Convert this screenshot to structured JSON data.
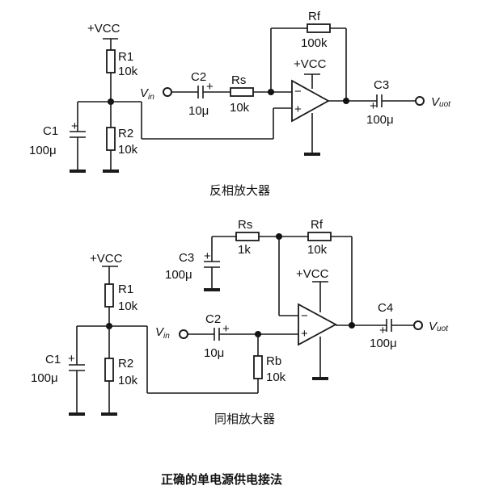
{
  "diagram": {
    "title": "正确的单电源供电接法",
    "colors": {
      "ink": "#111111",
      "background": "#ffffff"
    },
    "inverting": {
      "caption": "反相放大器",
      "supply": "+VCC",
      "opamp_supply": "+VCC",
      "input": {
        "name": "V",
        "sub": "in"
      },
      "output": {
        "name": "V",
        "sub": "uot"
      },
      "R1": {
        "name": "R1",
        "value": "10k"
      },
      "R2": {
        "name": "R2",
        "value": "10k"
      },
      "C1": {
        "name": "C1",
        "value": "100μ",
        "polarity": "+"
      },
      "C2": {
        "name": "C2",
        "value": "10μ",
        "polarity": "+"
      },
      "C3": {
        "name": "C3",
        "value": "100μ",
        "polarity": "+"
      },
      "Rs": {
        "name": "Rs",
        "value": "10k"
      },
      "Rf": {
        "name": "Rf",
        "value": "100k"
      },
      "opamp_minus": "−",
      "opamp_plus": "+"
    },
    "noninverting": {
      "caption": "同相放大器",
      "supply": "+VCC",
      "opamp_supply": "+VCC",
      "input": {
        "name": "V",
        "sub": "in"
      },
      "output": {
        "name": "V",
        "sub": "uot"
      },
      "R1": {
        "name": "R1",
        "value": "10k"
      },
      "R2": {
        "name": "R2",
        "value": "10k"
      },
      "C1": {
        "name": "C1",
        "value": "100μ",
        "polarity": "+"
      },
      "C2": {
        "name": "C2",
        "value": "10μ",
        "polarity": "+"
      },
      "C3": {
        "name": "C3",
        "value": "100μ",
        "polarity": "+"
      },
      "C4": {
        "name": "C4",
        "value": "100μ",
        "polarity": "+"
      },
      "Rs": {
        "name": "Rs",
        "value": "1k"
      },
      "Rf": {
        "name": "Rf",
        "value": "10k"
      },
      "Rb": {
        "name": "Rb",
        "value": "10k"
      },
      "opamp_minus": "−",
      "opamp_plus": "+"
    }
  }
}
